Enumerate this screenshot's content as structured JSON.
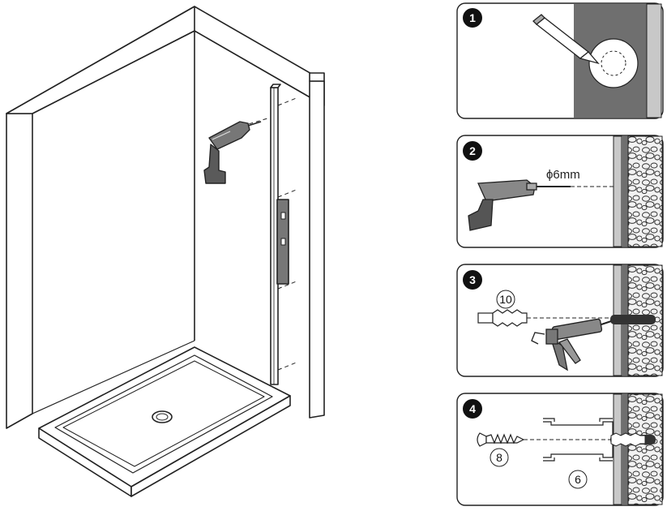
{
  "steps": [
    {
      "badge": "1"
    },
    {
      "badge": "2",
      "drill_size": "ϕ6mm"
    },
    {
      "badge": "3",
      "plug_label": "10"
    },
    {
      "badge": "4",
      "screw_label": "8",
      "profile_label": "6"
    }
  ],
  "colors": {
    "line": "#222222",
    "wall_gray": "#6f6f6f",
    "light_gray": "#c8c8c8",
    "mid_gray": "#9a9a9a"
  }
}
